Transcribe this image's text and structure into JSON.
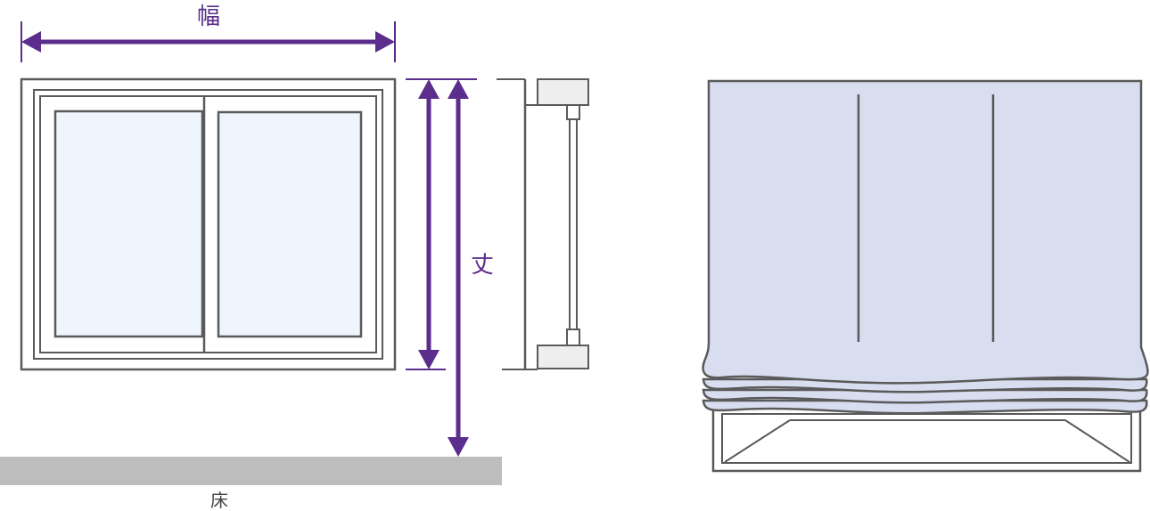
{
  "labels": {
    "width": "幅",
    "height": "丈",
    "floor": "床"
  },
  "colors": {
    "accent": "#5b2d8c",
    "line": "#5a5a5a",
    "glass": "#eef5fd",
    "curtain": "#d8ddf0",
    "floor": "#bdbdbd",
    "bracket": "#eeeeee"
  }
}
